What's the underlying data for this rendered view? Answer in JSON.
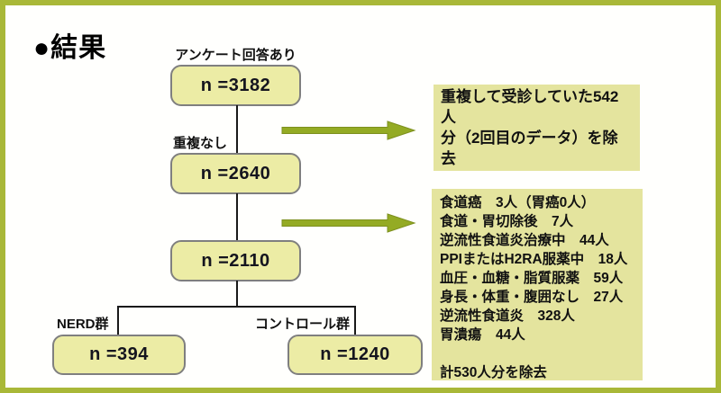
{
  "title": "●結果",
  "flow": {
    "label_top": "アンケート回答あり",
    "box1": "n =3182",
    "label_mid": "重複なし",
    "box2": "n =2640",
    "box3": "n =2110",
    "label_left_group": "NERD群",
    "label_right_group": "コントロール群",
    "box4": "n =394",
    "box5": "n =1240"
  },
  "notes": {
    "note1_lines": [
      "重複して受診していた542人",
      "分（2回目のデータ）を除去"
    ],
    "note2_lines": [
      "食道癌　3人（胃癌0人）",
      "食道・胃切除後　7人",
      "逆流性食道炎治療中　44人",
      "PPIまたはH2RA服薬中　18人",
      "血圧・血糖・脂質服薬　59人",
      "身長・体重・腹囲なし　27人",
      "逆流性食道炎　328人",
      "胃潰瘍　44人",
      "",
      "計530人分を除去"
    ]
  },
  "colors": {
    "frame_border": "#a9b838",
    "flow_box_fill": "#ececa5",
    "flow_box_border": "#7f7f7f",
    "note_fill": "#e4e49e",
    "arrow_fill": "#94ab24",
    "arrow_stroke": "#7d901e",
    "connector": "#1a1a1a",
    "text": "#111111"
  }
}
